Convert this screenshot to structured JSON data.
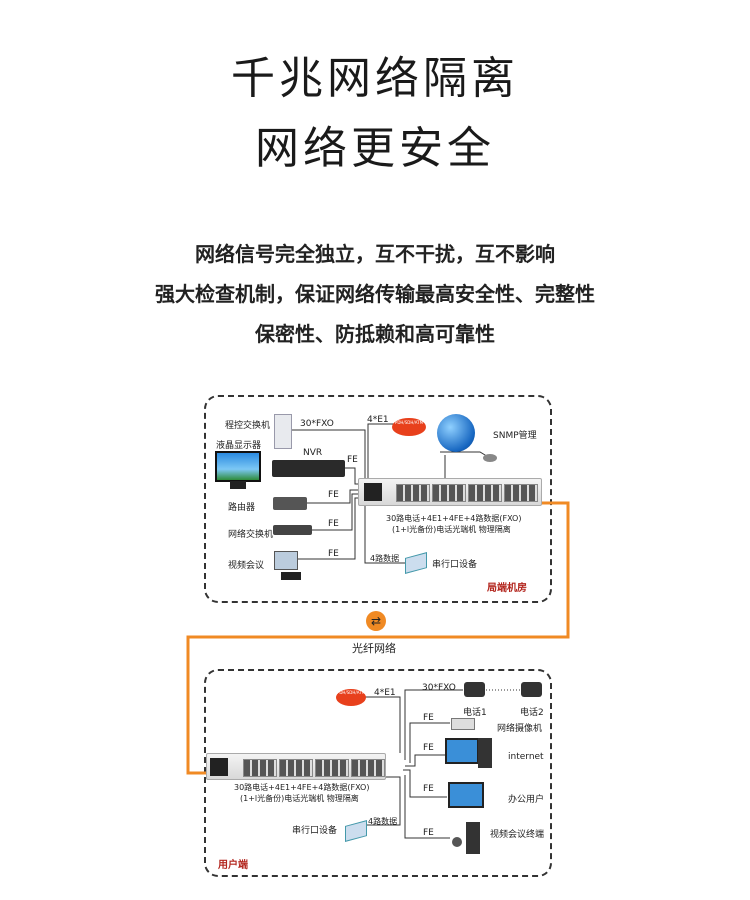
{
  "title": {
    "line1": "千兆网络隔离",
    "line2": "网络更安全"
  },
  "subtitle": [
    "网络信号完全独立，互不干扰，互不影响",
    "强大检查机制，保证网络传输最高安全性、完整性",
    "保密性、防抵赖和高可靠性"
  ],
  "top_site": {
    "name": "局端机房",
    "labels": {
      "pbx": "程控交换机",
      "lcd": "液晶显示器",
      "nvr": "NVR",
      "router": "路由器",
      "switch": "网络交换机",
      "video_conf": "视频会议",
      "snmp": "SNMP管理",
      "serial": "串行口设备"
    },
    "links": {
      "fxo": "30*FXO",
      "e1": "4*E1",
      "fe": "FE",
      "data": "4路数据"
    },
    "cloud": "PDH/SDH/ATM",
    "device_caption": [
      "30路电话+4E1+4FE+4路数据(FXO)",
      "(1+l光备份)电话光端机 物理隔离"
    ]
  },
  "fiber": {
    "label": "光纤网络"
  },
  "bottom_site": {
    "name": "用户端",
    "labels": {
      "phone1": "电话1",
      "phone2": "电话2",
      "camera": "网络摄像机",
      "internet": "internet",
      "office": "办公用户",
      "video_term": "视频会议终端",
      "serial": "串行口设备"
    },
    "links": {
      "fxo": "30*FXO",
      "e1": "4*E1",
      "fe": "FE",
      "data": "4路数据"
    },
    "cloud": "PDH/SDH/ATM",
    "device_caption": [
      "30路电话+4E1+4FE+4路数据(FXO)",
      "(1+l光备份)电话光端机 物理隔离"
    ]
  },
  "colors": {
    "fiber": "#f08a24",
    "site_label": "#b3261e",
    "burst": "#e8401c"
  }
}
